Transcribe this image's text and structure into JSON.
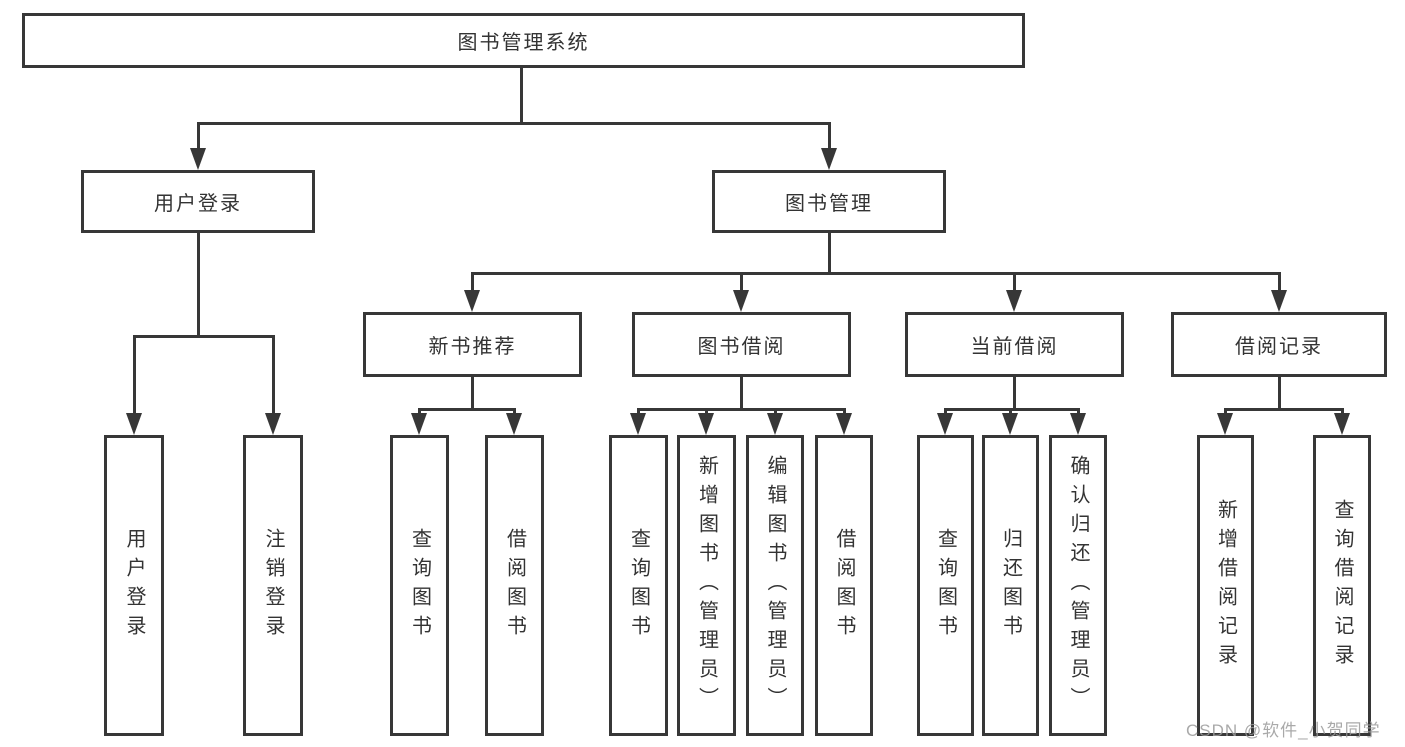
{
  "diagram": {
    "title": "图书管理系统",
    "nodes": {
      "root": "图书管理系统",
      "user_login": "用户登录",
      "book_mgmt": "图书管理",
      "new_book_rec": "新书推荐",
      "book_borrow": "图书借阅",
      "current_borrow": "当前借阅",
      "borrow_record": "借阅记录",
      "user_login_children": {
        "login": "用户登录",
        "logout": "注销登录"
      },
      "new_book_rec_children": {
        "query": "查询图书",
        "borrow": "借阅图书"
      },
      "book_borrow_children": {
        "query": "查询图书",
        "add": "新增图书（管理员）",
        "edit": "编辑图书（管理员）",
        "borrow": "借阅图书"
      },
      "current_borrow_children": {
        "query": "查询图书",
        "return": "归还图书",
        "confirm": "确认归还（管理员）"
      },
      "borrow_record_children": {
        "add": "新增借阅记录",
        "query": "查询借阅记录"
      }
    },
    "line_color": "#373737",
    "text_color": "#333333"
  },
  "watermark": {
    "text": "CSDN @软件_小贺同学"
  }
}
